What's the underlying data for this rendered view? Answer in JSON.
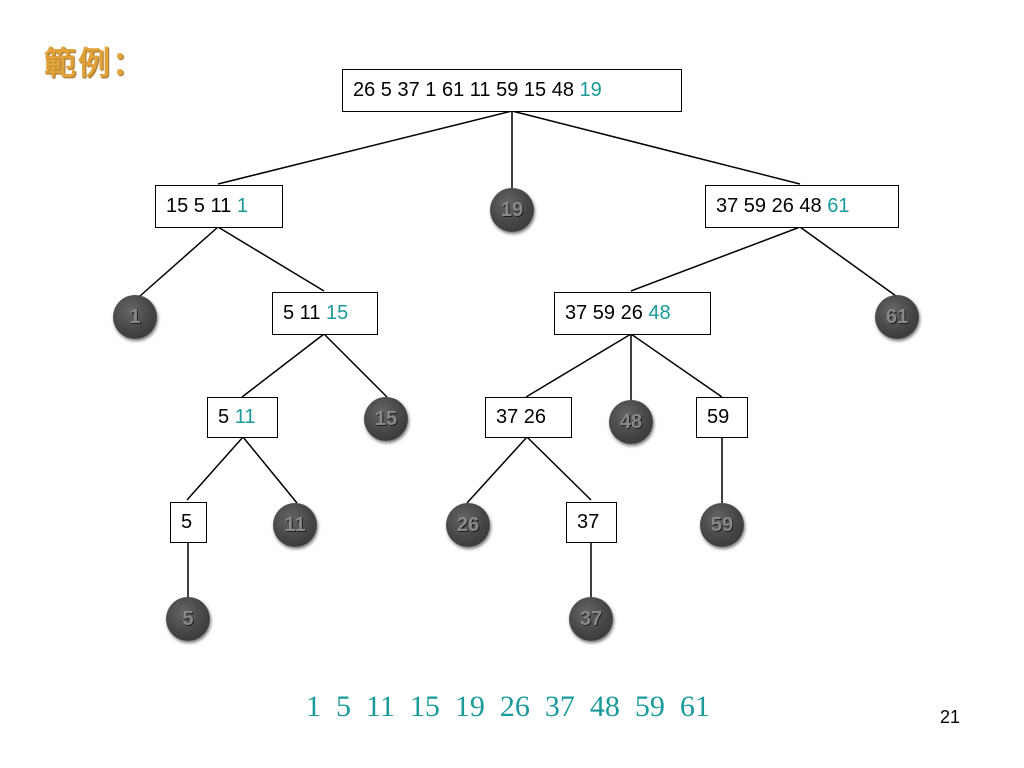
{
  "slide": {
    "title": "範例：",
    "page_number": "21",
    "result": "1  5  11  15  19  26  37  48  59  61"
  },
  "boxes": {
    "root": {
      "text": "26 5 37 1 61 11 59 15 48 ",
      "pivot": "19"
    },
    "left1": {
      "text": "15 5 11 ",
      "pivot": "1"
    },
    "right1": {
      "text": "37 59 26 48 ",
      "pivot": "61"
    },
    "left2": {
      "text": "5 11 ",
      "pivot": "15"
    },
    "right2": {
      "text": "37 59 26 ",
      "pivot": "48"
    },
    "left3": {
      "text": "5 ",
      "pivot": "11"
    },
    "mid3": {
      "text": "37 26",
      "pivot": ""
    },
    "right3": {
      "text": "59",
      "pivot": ""
    },
    "left4": {
      "text": "5",
      "pivot": ""
    },
    "mid4": {
      "text": "37",
      "pivot": ""
    }
  },
  "nodes": {
    "n19": "19",
    "n1": "1",
    "n61": "61",
    "n15": "15",
    "n48": "48",
    "n11": "11",
    "n26": "26",
    "n59": "59",
    "n5": "5",
    "n37": "37"
  }
}
